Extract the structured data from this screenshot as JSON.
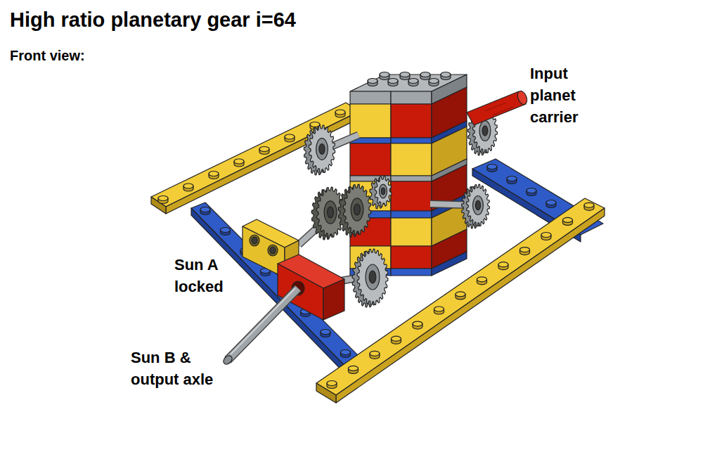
{
  "diagram": {
    "title": "High ratio planetary gear i=64",
    "labels": [
      "Front view:",
      "Input planet carrier",
      "Sun A locked",
      "Sun B & output axle"
    ]
  }
}
